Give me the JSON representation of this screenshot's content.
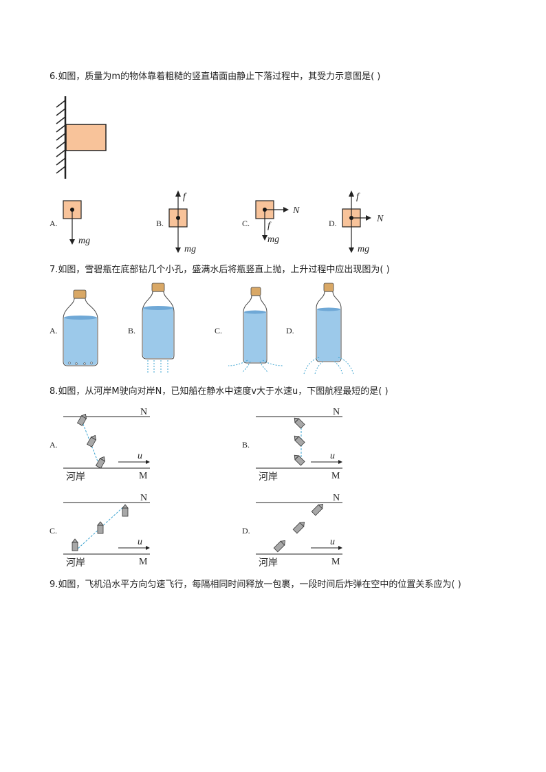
{
  "q6": {
    "text": "6.如图，质量为m的物体靠着粗糙的竖直墙面由静止下落过程中，其受力示意图是(    )",
    "options": [
      "A.",
      "B.",
      "C.",
      "D."
    ],
    "labels": {
      "mg": "mg",
      "f": "f",
      "N": "N"
    }
  },
  "q7": {
    "text": "7.如图，雪碧瓶在底部钻几个小孔，盛满水后将瓶竖直上抛，上升过程中应出现图为(    )",
    "options": [
      "A.",
      "B.",
      "C.",
      "D."
    ]
  },
  "q8": {
    "text": "8.如图，从河岸M驶向对岸N，已知船在静水中速度v大于水速u，下图航程最短的是(    )",
    "options": [
      "A.",
      "B.",
      "C.",
      "D."
    ],
    "labels": {
      "N": "N",
      "M": "M",
      "u": "u",
      "bank": "河岸"
    }
  },
  "q9": {
    "text": "9.如图，飞机沿水平方向匀速飞行，每隔相同时间释放一包裹，一段时间后炸弹在空中的位置关系应为(    )"
  },
  "colors": {
    "block": "#F8C39A",
    "water": "#9CC9EA",
    "water_dark": "#6FA8D6",
    "cap": "#D9A866",
    "boat": "#A8A8A8",
    "dash": "#3BA3D0"
  }
}
